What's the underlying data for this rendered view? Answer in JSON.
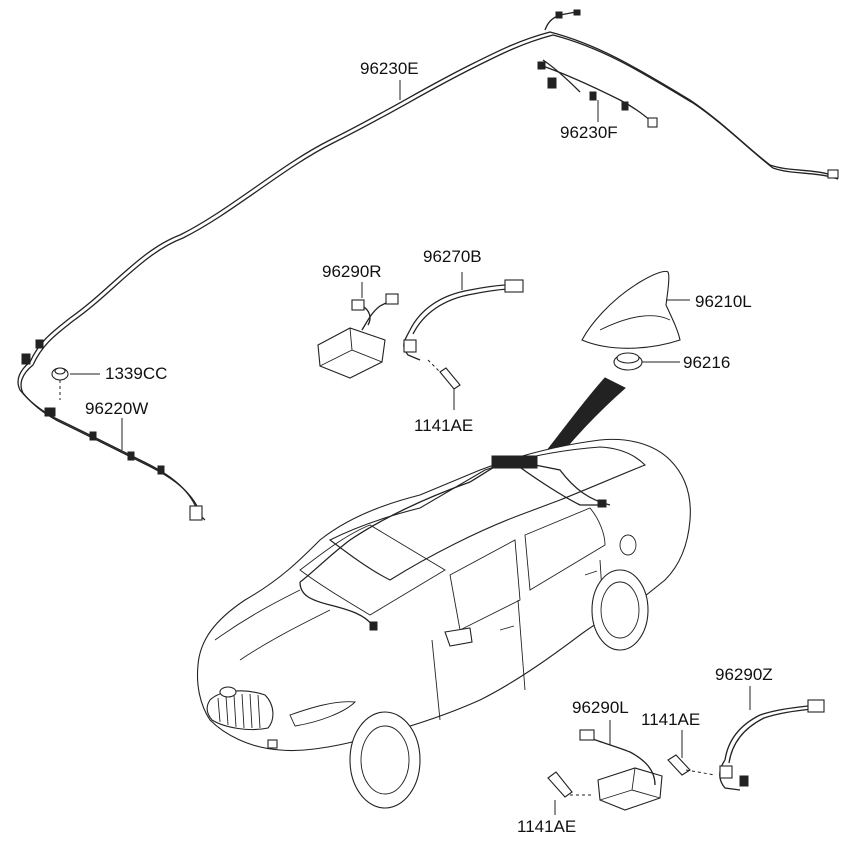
{
  "diagram": {
    "labels": {
      "l_96230E": "96230E",
      "l_96230F": "96230F",
      "l_96290R": "96290R",
      "l_96270B": "96270B",
      "l_96210L": "96210L",
      "l_96216": "96216",
      "l_1339CC": "1339CC",
      "l_96220W": "96220W",
      "l_1141AE_mid": "1141AE",
      "l_96290L": "96290L",
      "l_96290Z": "96290Z",
      "l_1141AE_right": "1141AE",
      "l_1141AE_bottom": "1141AE"
    },
    "colors": {
      "line": "#222222",
      "background": "#ffffff"
    }
  }
}
